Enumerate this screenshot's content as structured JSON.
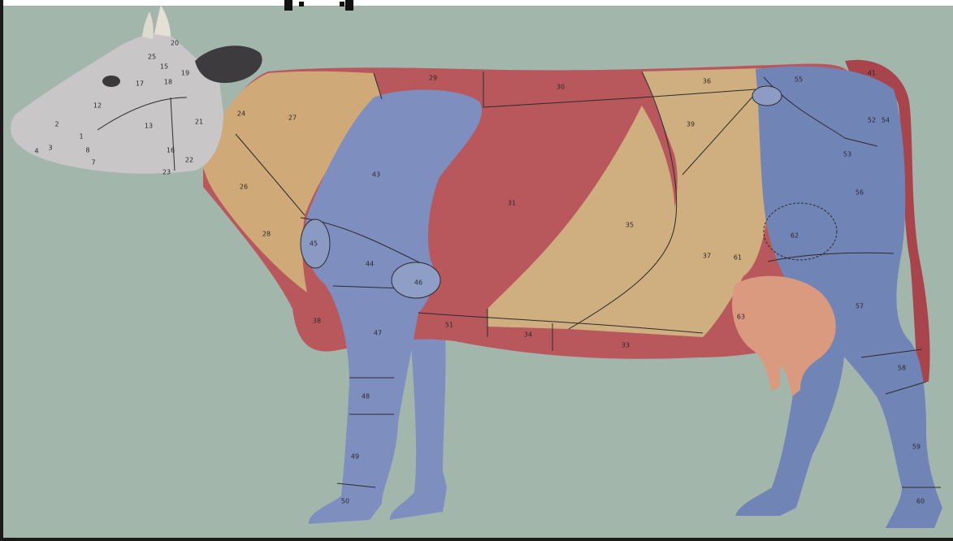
{
  "image": {
    "subject": "cow-anatomy-region-chart",
    "background_color": "#a3b6ac",
    "region_colors": {
      "head": "#c9c6c8",
      "neck": "#cfa978",
      "forelimb": "#7e8fbf",
      "trunk_red": "#b8585c",
      "trunk_tan": "#cfaf80",
      "hindlimb": "#7184b6",
      "tail": "#a8444c",
      "udder": "#d99a80"
    }
  },
  "region_labels": {
    "l1": "1",
    "l2": "2",
    "l3": "3",
    "l4": "4",
    "l7": "7",
    "l8": "8",
    "l12": "12",
    "l13": "13",
    "l15": "15",
    "l16": "16",
    "l17": "17",
    "l18": "18",
    "l19": "19",
    "l20": "20",
    "l21": "21",
    "l22": "22",
    "l23": "23",
    "l24": "24",
    "l25": "25",
    "l26": "26",
    "l27": "27",
    "l28": "28",
    "l29": "29",
    "l30": "30",
    "l31": "31",
    "l33": "33",
    "l34": "34",
    "l35": "35",
    "l36": "36",
    "l37": "37",
    "l38": "38",
    "l39": "39",
    "l41": "41",
    "l43": "43",
    "l44": "44",
    "l45": "45",
    "l46": "46",
    "l47": "47",
    "l48": "48",
    "l49": "49",
    "l50": "50",
    "l51": "51",
    "l52": "52",
    "l53": "53",
    "l54": "54",
    "l55": "55",
    "l56": "56",
    "l57": "57",
    "l58": "58",
    "l59": "59",
    "l60": "60",
    "l61": "61",
    "l62": "62",
    "l63": "63"
  }
}
